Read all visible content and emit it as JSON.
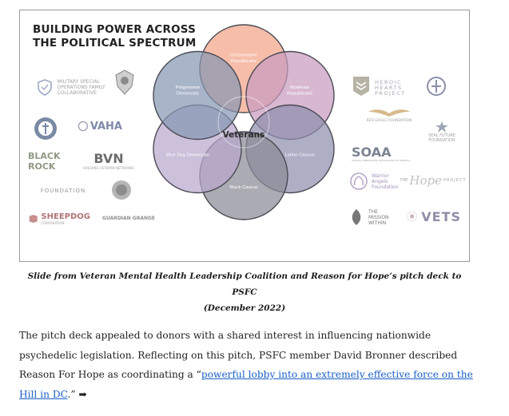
{
  "slide": {
    "title_line1": "BUILDING POWER ACROSS",
    "title_line2": "THE POLITICAL SPECTRUM",
    "center_label": "Veterans",
    "circles": [
      {
        "label_line1": "Conservative",
        "label_line2": "Republicans",
        "color": "#f2a488"
      },
      {
        "label_line1": "Moderate",
        "label_line2": "Republicans",
        "color": "#c99bbf"
      },
      {
        "label_line1": "Latino Caucus",
        "label_line2": "",
        "color": "#8f8fae"
      },
      {
        "label_line1": "Black Caucus",
        "label_line2": "",
        "color": "#8a8a96"
      },
      {
        "label_line1": "Blue Dog Democrats",
        "label_line2": "",
        "color": "#b8a7cc"
      },
      {
        "label_line1": "Progressive",
        "label_line2": "Democrats",
        "color": "#8797b2"
      }
    ],
    "logos": {
      "military_special_ops_text": "MILITARY SPECIAL OPERATIONS FAMILY COLLABORATIVE",
      "vaha": "VAHA",
      "black_rock": "BLACK ROCK",
      "bvn": "BVN",
      "bvn_sub": "BUILDING VETERAN NETWORKS",
      "foundation": "FOUNDATION",
      "sheepdog": "SHEEPDOG",
      "sheepdog_sub": "CORPORATION",
      "guardian_grange": "GUARDIAN GRANGE",
      "heroic_hearts_line1": "HEROIC",
      "heroic_hearts_line2": "HEARTS",
      "heroic_hearts_line3": "PROJECT",
      "red_eagle": "RED EAGLE FOUNDATION",
      "seal_future_line1": "SEAL FUTURE",
      "seal_future_line2": "FOUNDATION",
      "soaa": "SOAA",
      "soaa_sub": "SPECIAL OPERATIONS ASSOCIATION OF AMERICA",
      "warrior_angels_line1": "Warrior",
      "warrior_angels_line2": "Angels",
      "warrior_angels_line3": "Foundation",
      "hope_project_the": "THE",
      "hope_project_main": "Hope",
      "hope_project_sub": "PROJECT",
      "mission_within_line1": "THE",
      "mission_within_line2": "MISSION",
      "mission_within_line3": "WITHIN",
      "vets": "VETS"
    }
  },
  "caption": {
    "line1": "Slide from Veteran Mental Health Leadership Coalition and Reason for Hope’s pitch deck to PSFC",
    "line2": "(December 2022)"
  },
  "body": {
    "text_before_link": "The pitch deck appealed to donors with a shared interest in influencing nationwide psychedelic legislation. Reflecting on this pitch, PSFC member David Bronner described Reason For Hope as coordinating a “",
    "link_text": "powerful lobby into an extremely effective force on the Hill in DC",
    "text_after_link": ".” ➡"
  }
}
